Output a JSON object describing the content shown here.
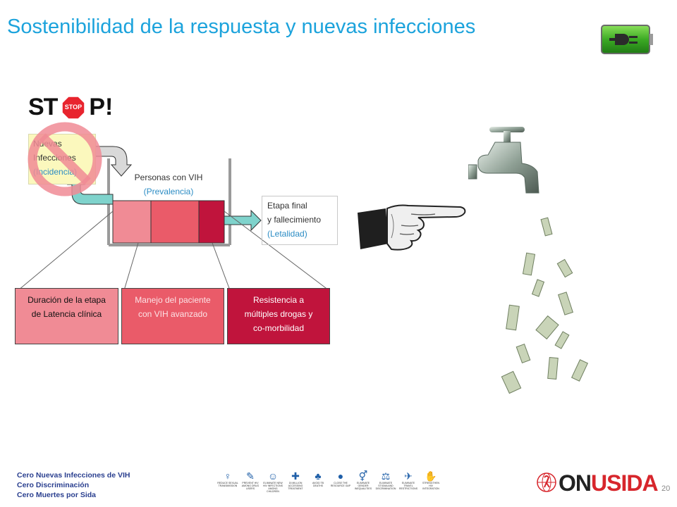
{
  "title": "Sostenibilidad de la respuesta y nuevas infecciones",
  "stop_sign": {
    "left": "ST",
    "octagon": "STOP",
    "right": "P!"
  },
  "nuevas": {
    "line1": "Nuevas",
    "line2": "Infecciones",
    "line3": "(Incidencia)"
  },
  "personas": {
    "line1": "Personas con VIH",
    "line2": "(Prevalencia)"
  },
  "etapa_final": {
    "line1": "Etapa final",
    "line2": "y fallecimiento",
    "line3": "(Letalidad)"
  },
  "boxes": {
    "duracion": {
      "line1": "Duración de la etapa",
      "line2": "de Latencia  clínica"
    },
    "manejo": {
      "line1": "Manejo del paciente",
      "line2": "con VIH avanzado"
    },
    "resistencia": {
      "line1": "Resistencia a",
      "line2": "múltiples drogas  y",
      "line3": "co-morbilidad"
    }
  },
  "footer": {
    "line1": "Cero Nuevas Infecciones de VIH",
    "line2": "Cero Discriminación",
    "line3": "Cero Muertes por  Sida",
    "page_number": "20"
  },
  "logo": {
    "prefix": "ON",
    "suffix": "USIDA"
  },
  "goals": [
    {
      "icon": "♀",
      "label": "REDUCE SEXUAL TRANSMISSION"
    },
    {
      "icon": "✎",
      "label": "PREVENT HIV AMONG DRUG USERS"
    },
    {
      "icon": "☺",
      "label": "ELIMINATE NEW HIV INFECTIONS AMONG CHILDREN"
    },
    {
      "icon": "✚",
      "label": "15 MILLION ACCESSING TREATMENT"
    },
    {
      "icon": "♣",
      "label": "AVOID TB DEATHS"
    },
    {
      "icon": "●",
      "label": "CLOSE THE RESOURCE GAP"
    },
    {
      "icon": "⚥",
      "label": "ELIMINATE GENDER INEQUALITIES"
    },
    {
      "icon": "⚖",
      "label": "ELIMINATE STIGMA AND DISCRIMINATION"
    },
    {
      "icon": "✈",
      "label": "ELIMINATE TRAVEL RESTRICTIONS"
    },
    {
      "icon": "✋",
      "label": "STRENGTHEN HIV INTEGRATION"
    }
  ],
  "colors": {
    "title": "#1ca3dc",
    "pink_light": "#f08b95",
    "pink_mid": "#ea5b69",
    "crimson": "#c0143c",
    "teal_arrow": "#7fd3cc",
    "stop_red": "#e8242e"
  }
}
